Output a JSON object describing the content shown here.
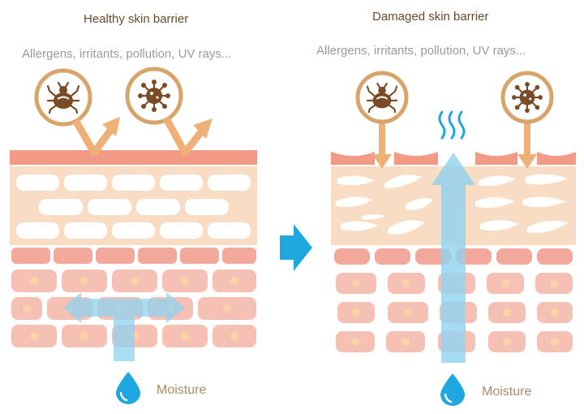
{
  "panels": {
    "healthy": {
      "title": "Healthy skin barrier",
      "threats": "Allergens, irritants, pollution, UV rays...",
      "moisture_label": "Moisture"
    },
    "damaged": {
      "title": "Damaged skin barrier",
      "threats": "Allergens, irritants, pollution, UV rays...",
      "moisture_label": "Moisture"
    }
  },
  "icons": {
    "allergen_1": "dust-mite-icon",
    "allergen_2": "virus-icon",
    "transition": "arrow-right-icon",
    "moisture": "water-drop-icon",
    "evaporation": "steam-icon"
  },
  "colors": {
    "skin_surface": "#f39a86",
    "lipid_layer": "#f9dcc4",
    "cell_brick": "#f2a99c",
    "cell_light": "#f7c0b4",
    "cell_nucleus": "#f9d2a8",
    "threat_ring": "#d7a46a",
    "threat_arrow": "#efb077",
    "moisture_blue": "#8fd2f0",
    "drop_blue": "#1fa8e0",
    "text_title": "#6b4a2b",
    "text_muted": "#9a9a9a"
  }
}
